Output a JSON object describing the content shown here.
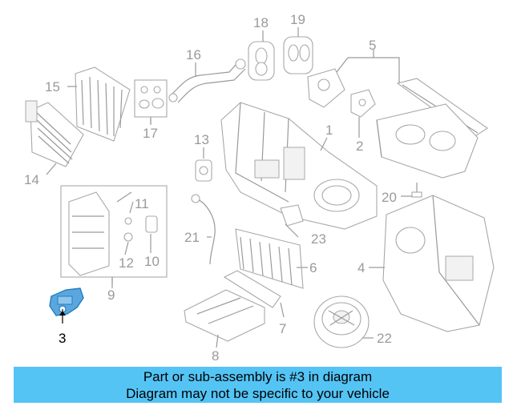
{
  "callouts": [
    {
      "id": "1",
      "label": "1"
    },
    {
      "id": "2",
      "label": "2"
    },
    {
      "id": "3",
      "label": "3",
      "highlighted": true
    },
    {
      "id": "4",
      "label": "4"
    },
    {
      "id": "5",
      "label": "5"
    },
    {
      "id": "6",
      "label": "6"
    },
    {
      "id": "7",
      "label": "7"
    },
    {
      "id": "8",
      "label": "8"
    },
    {
      "id": "9",
      "label": "9"
    },
    {
      "id": "10",
      "label": "10"
    },
    {
      "id": "11",
      "label": "11"
    },
    {
      "id": "12",
      "label": "12"
    },
    {
      "id": "13",
      "label": "13"
    },
    {
      "id": "14",
      "label": "14"
    },
    {
      "id": "15",
      "label": "15"
    },
    {
      "id": "16",
      "label": "16"
    },
    {
      "id": "17",
      "label": "17"
    },
    {
      "id": "18",
      "label": "18"
    },
    {
      "id": "19",
      "label": "19"
    },
    {
      "id": "20",
      "label": "20"
    },
    {
      "id": "21",
      "label": "21"
    },
    {
      "id": "22",
      "label": "22"
    },
    {
      "id": "23",
      "label": "23"
    }
  ],
  "highlight_color": "#1f7fc4",
  "banner": {
    "line1": "Part or sub-assembly is #3 in diagram",
    "line2": "Diagram may not be specific to your vehicle",
    "background": "#54c4f5"
  }
}
